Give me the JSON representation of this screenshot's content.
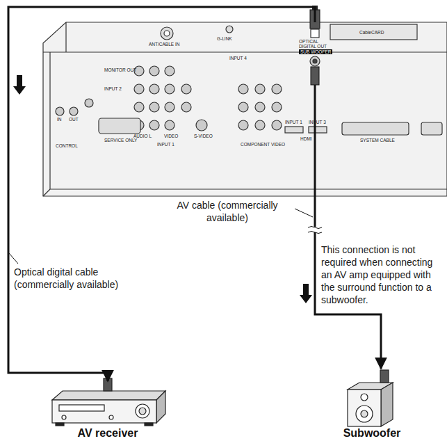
{
  "diagram": {
    "nodes": [
      {
        "text": [
          "DIGITAL OUT",
          "SUB WOOFER"
        ]
      },
      {
        "text": [
          "AV receiver"
        ]
      },
      {
        "text": [
          "Subwoofer"
        ]
      }
    ],
    "edges": [
      {
        "from": 0,
        "to": 1,
        "arrow": "to",
        "label": "Optical digital cable (commercially available)"
      },
      {
        "from": 0,
        "to": 2,
        "arrow": "to",
        "label": "AV cable (commercially available)"
      }
    ],
    "labels": [
      "ANT/CABLE IN",
      "G-LINK",
      "CableCARD",
      "OPTICAL",
      "MONITOR OUT",
      "INPUT 2",
      "INPUT 4",
      "AUDIO L",
      "VIDEO",
      "S-VIDEO",
      "INPUT 1",
      "IN",
      "OUT",
      "CONTROL",
      "SERVICE ONLY",
      "COMPONENT VIDEO",
      "INPUT 1",
      "INPUT 3",
      "HDMI",
      "SYSTEM CABLE",
      "This connection is not required when connecting an AV amp equipped with the surround function to a subwoofer."
    ]
  }
}
